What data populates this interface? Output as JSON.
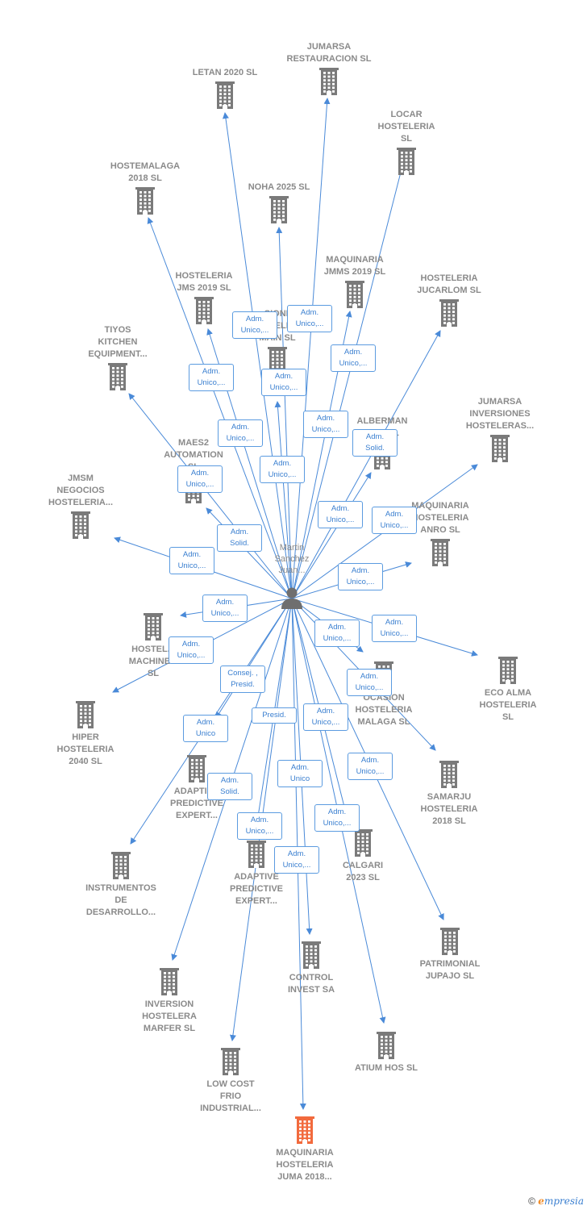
{
  "center": {
    "name_lines": [
      "Martin",
      "Sanchez",
      "Juan..."
    ],
    "icon": "person-icon"
  },
  "colors": {
    "company": "#7a7a7a",
    "focus_company": "#f26a3d",
    "edge": "#4a8ad8",
    "label_border": "#5b9be0",
    "label_text": "#3a7fd0"
  },
  "nodes": [
    {
      "id": "letan",
      "lines": [
        "LETAN 2020  SL"
      ]
    },
    {
      "id": "jumarsa_rest",
      "lines": [
        "JUMARSA",
        "RESTAURACION SL"
      ]
    },
    {
      "id": "locar",
      "lines": [
        "LOCAR",
        "HOSTELERIA",
        "SL"
      ]
    },
    {
      "id": "hostemalaga",
      "lines": [
        "HOSTEMALAGA",
        "2018  SL"
      ]
    },
    {
      "id": "noha",
      "lines": [
        "NOHA 2025  SL"
      ]
    },
    {
      "id": "hosteleria_jms",
      "lines": [
        "HOSTELERIA",
        "JMS 2019  SL"
      ]
    },
    {
      "id": "maquinaria_jmms",
      "lines": [
        "MAQUINARIA",
        "JMMS 2019  SL"
      ]
    },
    {
      "id": "hosteleria_jucarlom",
      "lines": [
        "HOSTELERIA",
        "JUCARLOM  SL"
      ]
    },
    {
      "id": "tiyos",
      "lines": [
        "TIYOS",
        "KITCHEN",
        "EQUIPMENT..."
      ]
    },
    {
      "id": "inversiones_main",
      "lines": [
        "...SIONES",
        "HOSTELERA",
        "MAIN  SL"
      ]
    },
    {
      "id": "alberman",
      "lines": [
        "ALBERMAN",
        "2023  SL"
      ]
    },
    {
      "id": "jumarsa_inv",
      "lines": [
        "JUMARSA",
        "INVERSIONES",
        "HOSTELERAS..."
      ]
    },
    {
      "id": "maes2",
      "lines": [
        "MAES2",
        "AUTOMATION",
        "SL"
      ]
    },
    {
      "id": "jmsm",
      "lines": [
        "JMSM",
        "NEGOCIOS",
        "HOSTELERIA..."
      ]
    },
    {
      "id": "maquinaria_anro",
      "lines": [
        "MAQUINARIA",
        "HOSTELERIA",
        "ANRO  SL"
      ]
    },
    {
      "id": "hostel_machinery",
      "lines": [
        "HOSTEL...",
        "MACHINE...",
        "SL"
      ]
    },
    {
      "id": "eco_alma",
      "lines": [
        "ECO ALMA",
        "HOSTELERIA",
        "SL"
      ]
    },
    {
      "id": "ocasion",
      "lines": [
        "OCASION",
        "HOSTELERIA",
        "MALAGA  SL"
      ]
    },
    {
      "id": "hiper",
      "lines": [
        "HIPER",
        "HOSTELERIA",
        "2040  SL"
      ]
    },
    {
      "id": "adaptive1",
      "lines": [
        "ADAPTIV...",
        "PREDICTIVE",
        "EXPERT..."
      ]
    },
    {
      "id": "samarju",
      "lines": [
        "SAMARJU",
        "HOSTELERIA",
        "2018  SL"
      ]
    },
    {
      "id": "instrumentos",
      "lines": [
        "INSTRUMENTOS",
        "DE",
        "DESARROLLO..."
      ]
    },
    {
      "id": "adaptive2",
      "lines": [
        "ADAPTIVE",
        "PREDICTIVE",
        "EXPERT..."
      ]
    },
    {
      "id": "calgari",
      "lines": [
        "CALGARI",
        "2023  SL"
      ]
    },
    {
      "id": "patrimonial",
      "lines": [
        "PATRIMONIAL",
        "JUPAJO SL"
      ]
    },
    {
      "id": "inversion_marfer",
      "lines": [
        "INVERSION",
        "HOSTELERA",
        "MARFER  SL"
      ]
    },
    {
      "id": "control_invest",
      "lines": [
        "CONTROL",
        "INVEST SA"
      ]
    },
    {
      "id": "atium",
      "lines": [
        "ATIUM HOS  SL"
      ]
    },
    {
      "id": "low_cost",
      "lines": [
        "LOW COST",
        "FRIO",
        "INDUSTRIAL..."
      ]
    },
    {
      "id": "maquinaria_juma",
      "lines": [
        "MAQUINARIA",
        "HOSTELERIA",
        "JUMA 2018..."
      ],
      "focus": true
    }
  ],
  "relations": [
    {
      "to": "letan",
      "lines": [
        "Adm.",
        "Unico,..."
      ]
    },
    {
      "to": "jumarsa_rest",
      "lines": [
        "Adm.",
        "Unico,..."
      ]
    },
    {
      "to": "locar",
      "lines": [
        "Adm.",
        "Unico,..."
      ]
    },
    {
      "to": "hostemalaga",
      "lines": [
        "Adm.",
        "Unico,..."
      ]
    },
    {
      "to": "noha",
      "lines": [
        "Adm.",
        "Unico,..."
      ]
    },
    {
      "to": "hosteleria_jms",
      "lines": [
        "Adm.",
        "Unico,..."
      ]
    },
    {
      "to": "maquinaria_jmms",
      "lines": [
        "Adm.",
        "Unico,..."
      ]
    },
    {
      "to": "hosteleria_jucarlom",
      "lines": [
        "Adm.",
        "Solid."
      ]
    },
    {
      "to": "tiyos",
      "lines": [
        "Adm.",
        "Unico,..."
      ]
    },
    {
      "to": "inversiones_main",
      "lines": [
        "Adm.",
        "Unico,..."
      ]
    },
    {
      "to": "alberman",
      "lines": [
        "Adm.",
        "Unico,..."
      ]
    },
    {
      "to": "jumarsa_inv",
      "lines": [
        "Adm.",
        "Unico,..."
      ]
    },
    {
      "to": "maes2",
      "lines": [
        "Adm.",
        "Solid."
      ]
    },
    {
      "to": "jmsm",
      "lines": [
        "Adm.",
        "Unico,..."
      ]
    },
    {
      "to": "maquinaria_anro",
      "lines": [
        "Adm.",
        "Unico,..."
      ]
    },
    {
      "to": "hostel_machinery",
      "lines": [
        "Adm.",
        "Unico,..."
      ]
    },
    {
      "to": "eco_alma",
      "lines": [
        "Adm.",
        "Unico,..."
      ]
    },
    {
      "to": "ocasion",
      "lines": [
        "Adm.",
        "Unico,..."
      ]
    },
    {
      "to": "hiper",
      "lines": [
        "Adm.",
        "Unico,..."
      ]
    },
    {
      "to": "adaptive1",
      "lines": [
        "Consej. ,",
        "Presid."
      ]
    },
    {
      "to": "samarju",
      "lines": [
        "Adm.",
        "Unico,..."
      ]
    },
    {
      "to": "instrumentos",
      "lines": [
        "Adm.",
        "Unico"
      ]
    },
    {
      "to": "adaptive2",
      "lines": [
        "Presid."
      ]
    },
    {
      "to": "calgari",
      "lines": [
        "Adm.",
        "Unico,..."
      ]
    },
    {
      "to": "patrimonial",
      "lines": [
        "Adm.",
        "Unico,..."
      ]
    },
    {
      "to": "inversion_marfer",
      "lines": [
        "Adm.",
        "Solid."
      ]
    },
    {
      "to": "control_invest",
      "lines": [
        "Adm.",
        "Unico"
      ]
    },
    {
      "to": "atium",
      "lines": [
        "Adm.",
        "Unico,..."
      ]
    },
    {
      "to": "low_cost",
      "lines": [
        "Adm.",
        "Unico,..."
      ]
    },
    {
      "to": "maquinaria_juma",
      "lines": [
        "Adm.",
        "Unico,..."
      ]
    }
  ],
  "footer": {
    "copyright": "©",
    "brand_e": "e",
    "brand_rest": "mpresia"
  }
}
